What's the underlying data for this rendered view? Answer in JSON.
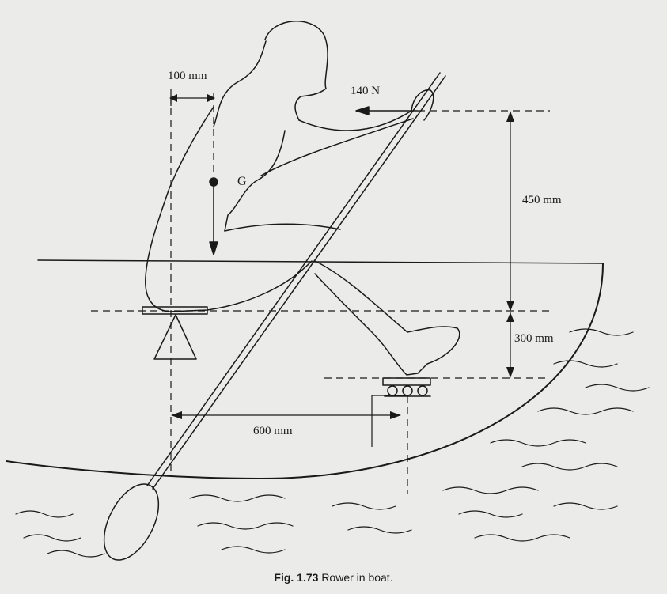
{
  "labels": {
    "dim_100": "100 mm",
    "force_140": "140 N",
    "point_g": "G",
    "dim_450": "450 mm",
    "dim_300": "300 mm",
    "dim_600": "600 mm"
  },
  "caption": {
    "number": "Fig. 1.73",
    "text": "Rower in boat."
  },
  "colors": {
    "ink": "#1a1a1a",
    "paper": "#ebebe9"
  }
}
